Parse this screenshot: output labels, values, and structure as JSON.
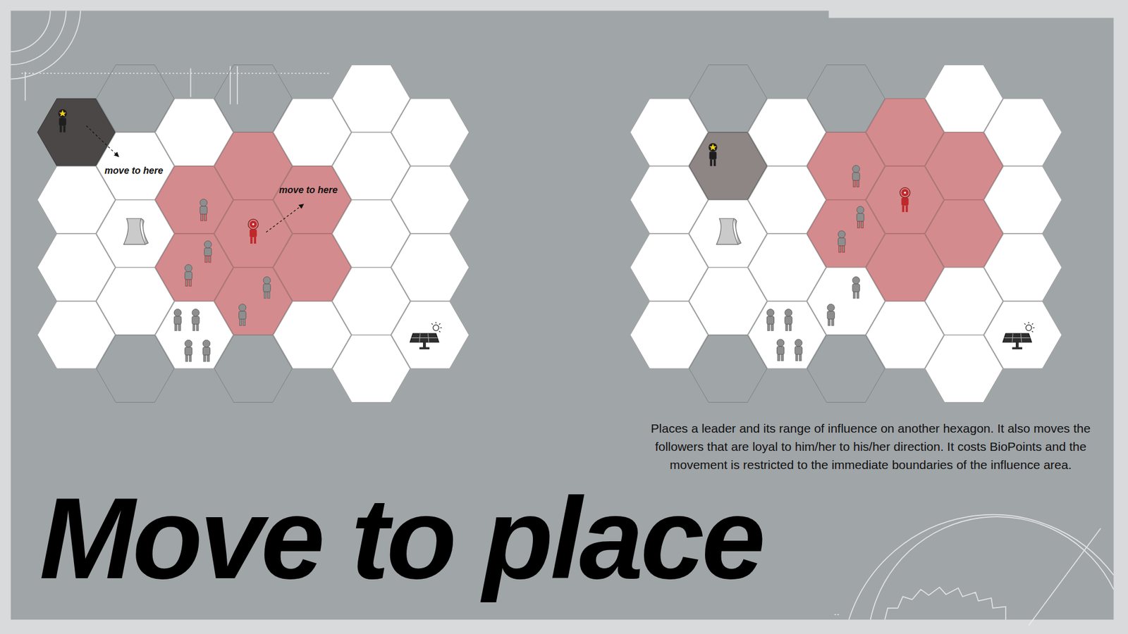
{
  "diagram": {
    "title": "Move to place",
    "caption": "Places a leader and its range of influence on another hexagon. It also moves the followers that are loyal to him/her to his/her direction. It costs BioPoints and the movement is restricted to the immediate boundaries of the influence area.",
    "labels": [
      "move to here",
      "move to here"
    ]
  }
}
